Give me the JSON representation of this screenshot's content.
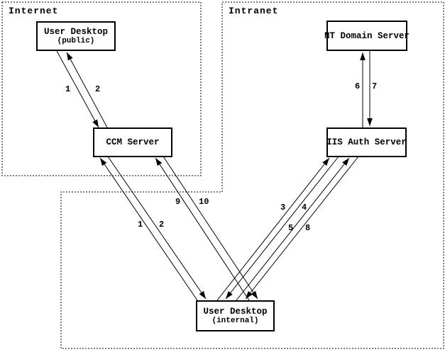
{
  "diagram": {
    "zones": {
      "internet": {
        "label": "Internet"
      },
      "intranet": {
        "label": "Intranet"
      }
    },
    "nodes": {
      "user_desktop_public": {
        "title": "User Desktop",
        "subtitle": "(public)"
      },
      "ccm_server": {
        "title": "CCM Server"
      },
      "nt_domain_server": {
        "title": "NT Domain Server"
      },
      "iis_auth_server": {
        "title": "IIS Auth Server"
      },
      "user_desktop_internal": {
        "title": "User Desktop",
        "subtitle": "(internal)"
      }
    },
    "flow_labels": {
      "public_1": "1",
      "public_2": "2",
      "nt_6": "6",
      "nt_7": "7",
      "internal_1": "1",
      "internal_2": "2",
      "ccm_9": "9",
      "ccm_10": "10",
      "iis_3": "3",
      "iis_4": "4",
      "iis_5": "5",
      "iis_8": "8"
    },
    "colors": {
      "ink": "#000000",
      "background": "#ffffff"
    }
  }
}
